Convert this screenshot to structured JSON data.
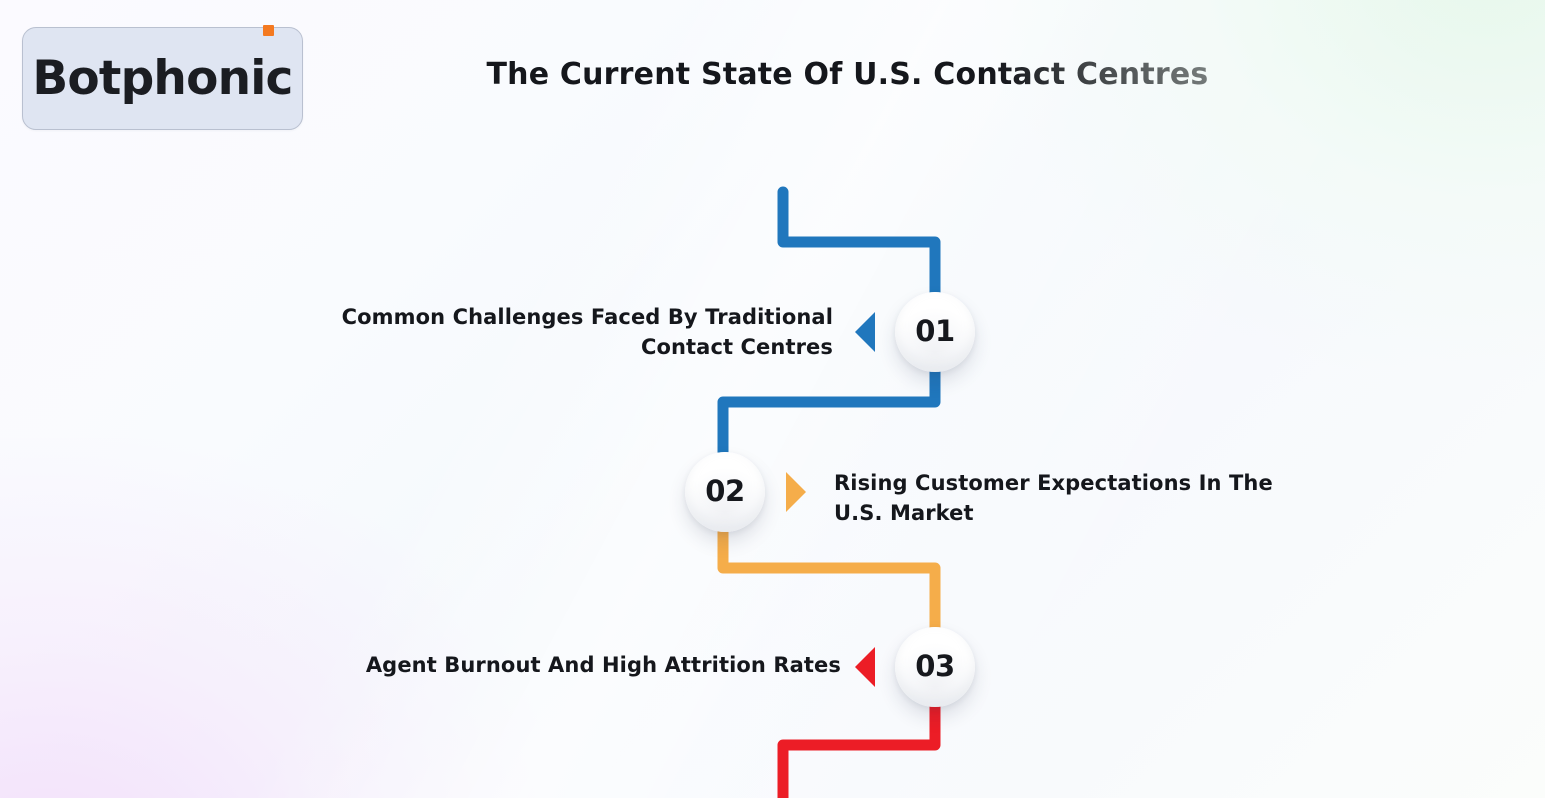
{
  "brand": {
    "logo_text": "Botphonic",
    "logo_accent_color": "#f47920",
    "logo_box_bg": "#dfe5f2"
  },
  "header": {
    "title": "The Current State Of U.S. Contact Centres"
  },
  "flow": {
    "type": "zig-zag-timeline",
    "steps": [
      {
        "number": "01",
        "label": "Common Challenges Faced By Traditional Contact Centres",
        "side": "left",
        "color": "#2077bd",
        "arrow": "left-triangle"
      },
      {
        "number": "02",
        "label": "Rising Customer Expectations In The U.S. Market",
        "side": "right",
        "color": "#f5ad4a",
        "arrow": "right-triangle"
      },
      {
        "number": "03",
        "label": "Agent Burnout And High Attrition Rates",
        "side": "left",
        "color": "#ec1d26",
        "arrow": "left-triangle"
      }
    ]
  },
  "palette": {
    "blue": "#2077bd",
    "orange": "#f5ad4a",
    "red": "#ec1d26",
    "text": "#15171c",
    "background": "#fafbfe"
  }
}
